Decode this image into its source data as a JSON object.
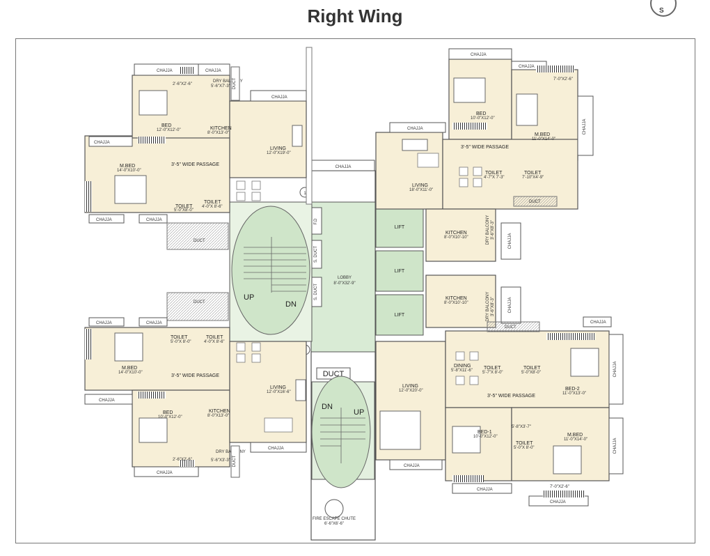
{
  "title": "Right Wing",
  "compass_letter": "S",
  "colors": {
    "room_fill": "#f7f0d8",
    "core_fill": "#cfe6cc",
    "wall": "#555",
    "circle_fill": "#d8ecd2"
  },
  "labels": {
    "chajja": "CHAJJA",
    "duct": "DUCT",
    "passage": "3'-5\" WIDE PASSAGE",
    "lift": "LIFT",
    "lobby": "LOBBY",
    "lobby_dim": "8'-0\"X32'-9\"",
    "up": "UP",
    "dn": "DN",
    "fd": "F.D",
    "s_duct": "S. DUCT",
    "fire_escape": "FIRE ESCAPE CHUTE",
    "fire_escape_dim": "6'-6\"X6'-6\"",
    "n1": "1",
    "n2": "2",
    "n3": "3",
    "n4": "4"
  },
  "unit1": {
    "bed": "BED",
    "bed_dim": "12'-0\"X12'-0\"",
    "kitchen": "KITCHEN",
    "kitchen_dim": "8'-0\"X13'-0\"",
    "dry": "DRY BALCONY",
    "dry_dim": "5'-6\"X7'-3\"",
    "living": "LIVING",
    "living_dim": "12'-0\"X19'-0\"",
    "mbed": "M.BED",
    "mbed_dim": "14'-0\"X10'-0\"",
    "toilet": "TOILET",
    "toilet_dim_a": "5'-0\"X8'-0\"",
    "toilet_dim_b": "4'-0\"X 8'-6\"",
    "small_dim": "2'-6\"X2'-6\""
  },
  "unit2": {
    "bed": "BED",
    "bed_dim": "10'-0\"X12'-0\"",
    "mbed": "M.BED",
    "mbed_dim": "11'-0\"X14'-0\"",
    "living": "LIVING",
    "living_dim": "18'-0\"X11'-0\"",
    "toilet": "TOILET",
    "toilet_dim_a": "4'-7\"X 7'-3\"",
    "toilet_dim_b": "7'-10\"X4'-9\"",
    "kitchen": "KITCHEN",
    "kitchen_dim": "8'-0\"X10'-10\"",
    "dry": "DRY BALCONY",
    "dry_dim": "3'-6\"X8'-3\"",
    "small_dim": "7'-0\"X2'-6\""
  },
  "unit3": {
    "kitchen": "KITCHEN",
    "kitchen_dim": "8'-0\"X10'-10\"",
    "dry": "DRY BALCONY",
    "dry_dim": "3'-6\"X8'-3\"",
    "living": "LIVING",
    "living_dim": "12'-0\"X20'-0\"",
    "dining": "DINING",
    "dining_dim": "5'-8\"X11'-6\"",
    "toilet": "TOILET",
    "toilet_dim_a": "5'-7\"X 8'-0\"",
    "toilet_dim_b": "5'-0\"X8'-0\"",
    "toilet_dim_c": "5'-0\"X 8'-0\"",
    "bed2": "BED-2",
    "bed2_dim": "11'-0\"X13'-0\"",
    "bed1": "BED-1",
    "bed1_dim": "10'-0\"X12'-0\"",
    "mbed": "M.BED",
    "mbed_dim": "11'-0\"X14'-0\"",
    "small_dim": "5'-8\"X3'-7\"",
    "small_dim2": "7'-0\"X2'-6\""
  },
  "unit4": {
    "mbed": "M.BED",
    "mbed_dim": "14'-0\"X10'-0\"",
    "toilet": "TOILET",
    "toilet_dim_a": "5'-0\"X 8'-0\"",
    "toilet_dim_b": "4'-0\"X 8'-6\"",
    "living": "LIVING",
    "living_dim": "12'-0\"X16'-6\"",
    "bed": "BED",
    "bed_dim": "10'-0\"X12'-0\"",
    "kitchen": "KITCHEN",
    "kitchen_dim": "8'-0\"X13'-0\"",
    "dry": "DRY BALCONY",
    "dry_dim": "5'-6\"X3'-3\"",
    "small_dim": "2'-6\"X2'-6\""
  }
}
